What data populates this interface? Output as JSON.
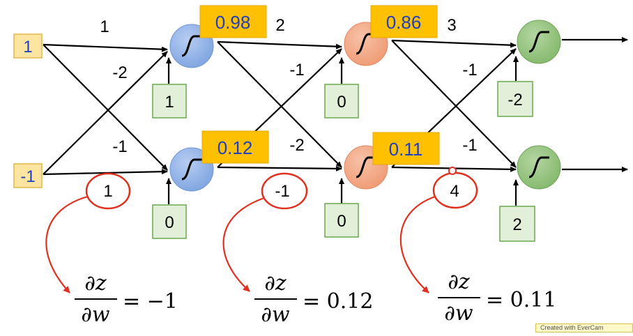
{
  "inputs": [
    "1",
    "-1"
  ],
  "weights_layer1": {
    "top_straight": "1",
    "top_to_bottom": "-2",
    "bottom_to_top": "-1",
    "bottom_straight": "1"
  },
  "weights_layer2": {
    "top_straight": "2",
    "top_to_bottom": "-1",
    "bottom_to_top": "-2",
    "bottom_straight": "-1"
  },
  "weights_layer3": {
    "top_straight": "3",
    "top_to_bottom": "-1",
    "bottom_to_top": "-1",
    "bottom_straight": "4"
  },
  "biases": {
    "layer1": [
      "1",
      "0"
    ],
    "layer2": [
      "0",
      "0"
    ],
    "layer3": [
      "-2",
      "2"
    ]
  },
  "outputs": {
    "layer1": [
      "0.98",
      "0.12"
    ],
    "layer2": [
      "0.86",
      "0.11"
    ]
  },
  "derivatives": [
    {
      "numerator": "∂z",
      "denominator": "∂w",
      "value": "= −1"
    },
    {
      "numerator": "∂z",
      "denominator": "∂w",
      "value": "= 0.12"
    },
    {
      "numerator": "∂z",
      "denominator": "∂w",
      "value": "= 0.11"
    }
  ],
  "colors": {
    "input_box_fill": "#fbe5a0",
    "input_box_stroke": "#e0b84a",
    "input_text": "#1f3fbf",
    "output_box_fill": "#ffc000",
    "output_text": "#1f3fbf",
    "bias_box_fill": "#e2f0d9",
    "bias_box_stroke": "#6aa84f",
    "neuron_layer1": "#8fb2e8",
    "neuron_layer2": "#f4a582",
    "neuron_layer3": "#93c47d",
    "highlight_circle": "#e03020",
    "arrow_red": "#e03020",
    "line": "#000000"
  },
  "icons": [
    "sigmoid-icon",
    "arrow-icon"
  ],
  "watermark": "Created with EverCam"
}
